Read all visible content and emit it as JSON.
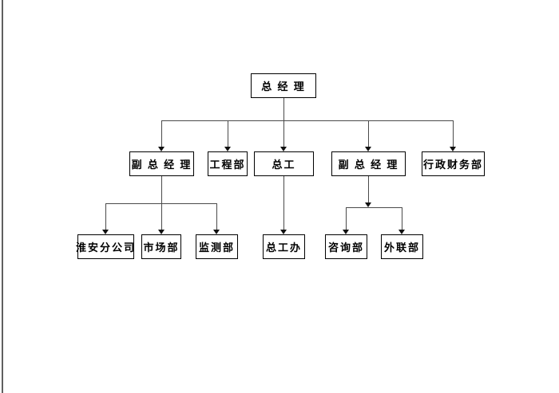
{
  "diagram": {
    "type": "org-chart",
    "nodes": {
      "gm": {
        "label": "总 经 理"
      },
      "dgm1": {
        "label": "副 总 经 理"
      },
      "eng": {
        "label": "工程部"
      },
      "ce": {
        "label": "总工"
      },
      "dgm2": {
        "label": "副 总 经 理"
      },
      "af": {
        "label": "行政财务部"
      },
      "huaian": {
        "label": "淮安分公司"
      },
      "market": {
        "label": "市场部"
      },
      "monitor": {
        "label": "监测部"
      },
      "ceoffice": {
        "label": "总工办"
      },
      "consult": {
        "label": "咨询部"
      },
      "external": {
        "label": "外联部"
      }
    },
    "edges": [
      {
        "from": "gm",
        "to": "dgm1"
      },
      {
        "from": "gm",
        "to": "eng"
      },
      {
        "from": "gm",
        "to": "ce"
      },
      {
        "from": "gm",
        "to": "dgm2"
      },
      {
        "from": "gm",
        "to": "af"
      },
      {
        "from": "dgm1",
        "to": "huaian"
      },
      {
        "from": "dgm1",
        "to": "market"
      },
      {
        "from": "dgm1",
        "to": "monitor"
      },
      {
        "from": "ce",
        "to": "ceoffice"
      },
      {
        "from": "dgm2",
        "to": "consult"
      },
      {
        "from": "dgm2",
        "to": "external"
      }
    ],
    "colors": {
      "background": "#ffffff",
      "line": "#4a4a4a",
      "box_border": "#000000",
      "text": "#000000",
      "page_edge_line": "#606060"
    }
  }
}
